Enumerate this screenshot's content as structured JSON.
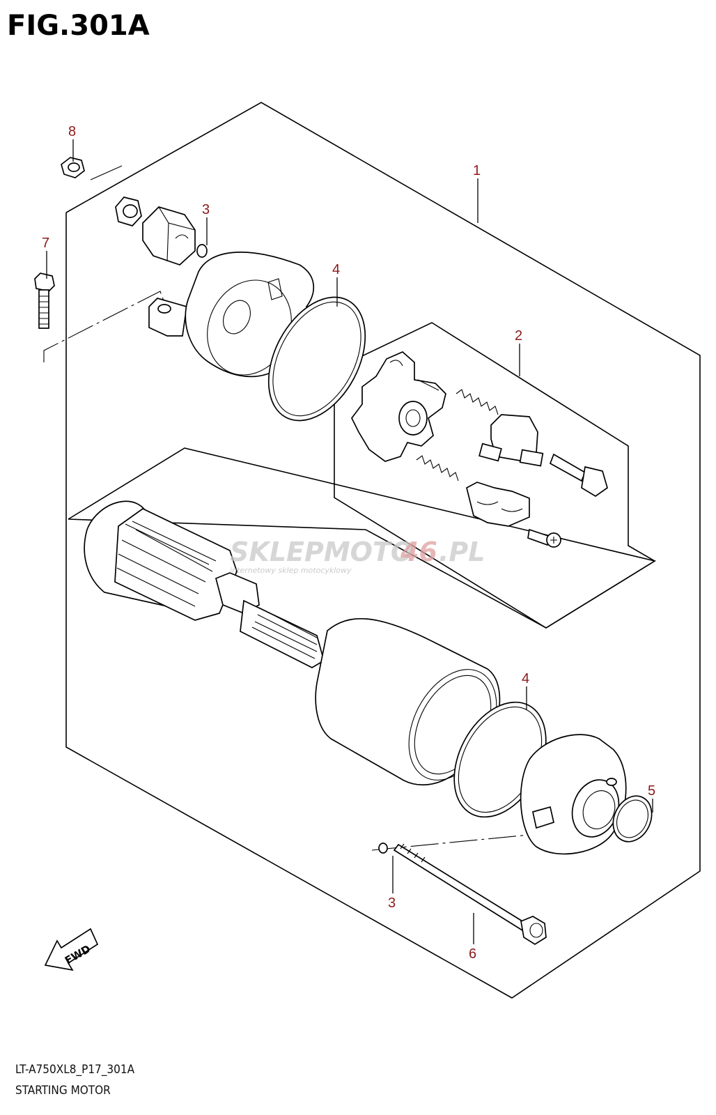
{
  "figure": {
    "title": "FIG.301A",
    "code": "LT-A750XL8_P17_301A",
    "name": "STARTING MOTOR"
  },
  "callouts": [
    {
      "id": "1",
      "label": "1"
    },
    {
      "id": "2",
      "label": "2"
    },
    {
      "id": "3a",
      "label": "3"
    },
    {
      "id": "3b",
      "label": "3"
    },
    {
      "id": "4a",
      "label": "4"
    },
    {
      "id": "4b",
      "label": "4"
    },
    {
      "id": "5",
      "label": "5"
    },
    {
      "id": "6",
      "label": "6"
    },
    {
      "id": "7",
      "label": "7"
    },
    {
      "id": "8",
      "label": "8"
    }
  ],
  "fwd_arrow": {
    "label": "FWD"
  },
  "watermark": {
    "brand_main": "SKLEPMOTO",
    "brand_accent": "46",
    "brand_tld": ".PL",
    "tagline": "internetowy sklep motocyklowy"
  },
  "colors": {
    "callout": "#8b1a1a",
    "lines": "#000000",
    "watermark": "#c9c9c9"
  }
}
